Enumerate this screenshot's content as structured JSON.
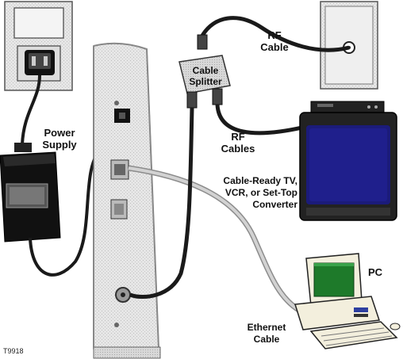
{
  "labels": {
    "rf_cable": [
      "RF",
      "Cable"
    ],
    "cable_splitter": [
      "Cable",
      "Splitter"
    ],
    "power_supply": [
      "Power",
      "Supply"
    ],
    "rf_cables": [
      "RF",
      "Cables"
    ],
    "tv": [
      "Cable-Ready TV,",
      "VCR, or Set-Top",
      "Converter"
    ],
    "pc": "PC",
    "ethernet_cable": [
      "Ethernet",
      "Cable"
    ],
    "figure_id": "T9918"
  },
  "colors": {
    "cable": "#1a1a1a",
    "ethernet_cable": "#bdbdbd",
    "modem_body": "#e8e8e8",
    "wall_plate": "#efefef",
    "screen": "#1b1b7a",
    "pc_screen": "#1e7a2a",
    "pc_body": "#f3efdd"
  }
}
